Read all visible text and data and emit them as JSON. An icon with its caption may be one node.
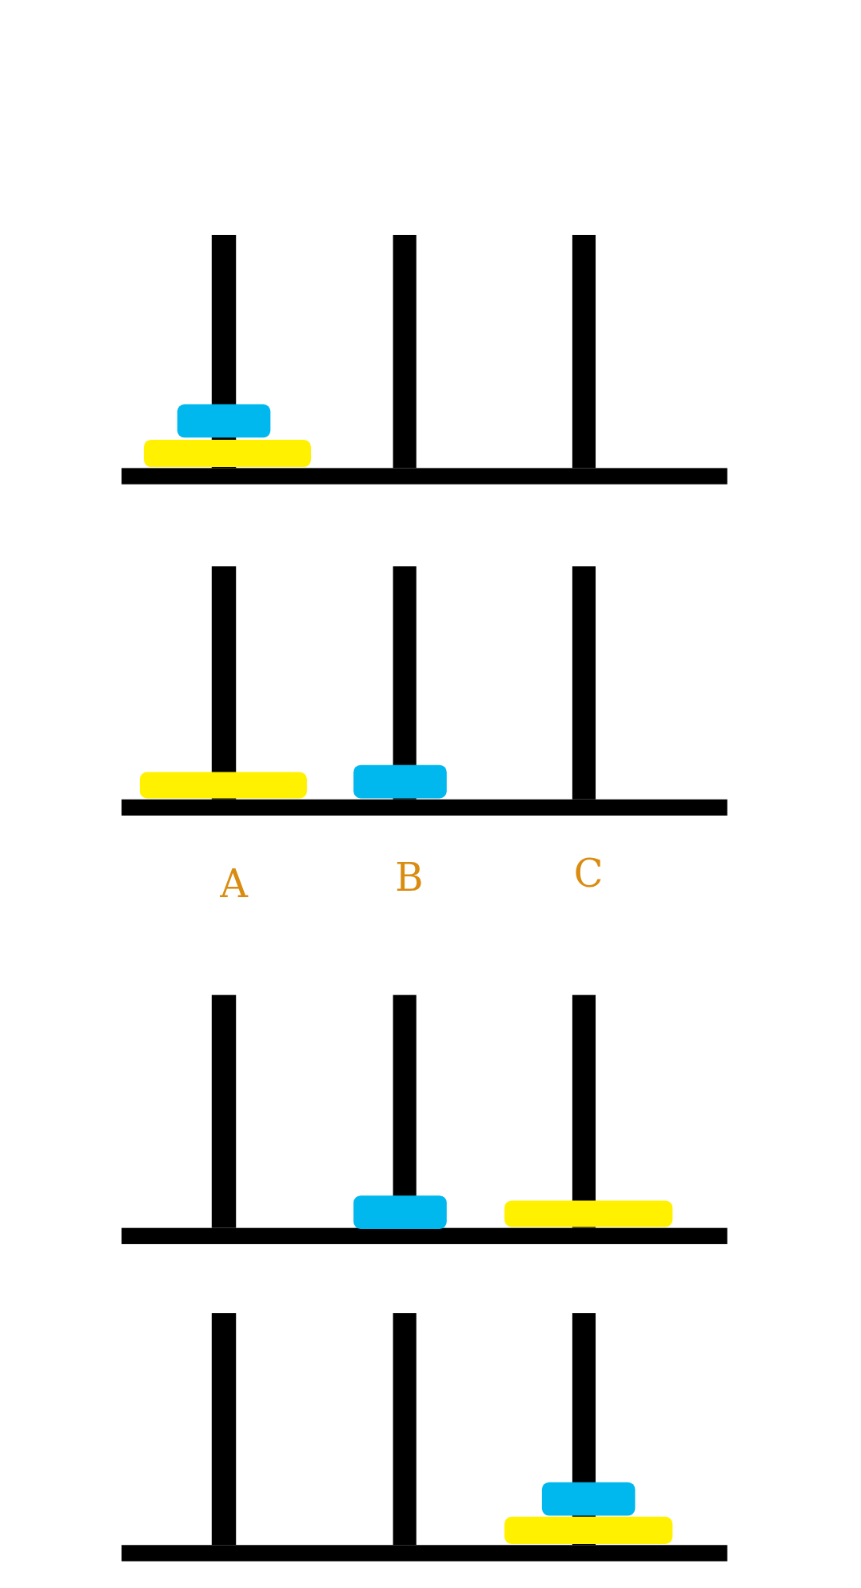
{
  "diagram": {
    "labels": [
      "A",
      "B",
      "C"
    ]
  }
}
